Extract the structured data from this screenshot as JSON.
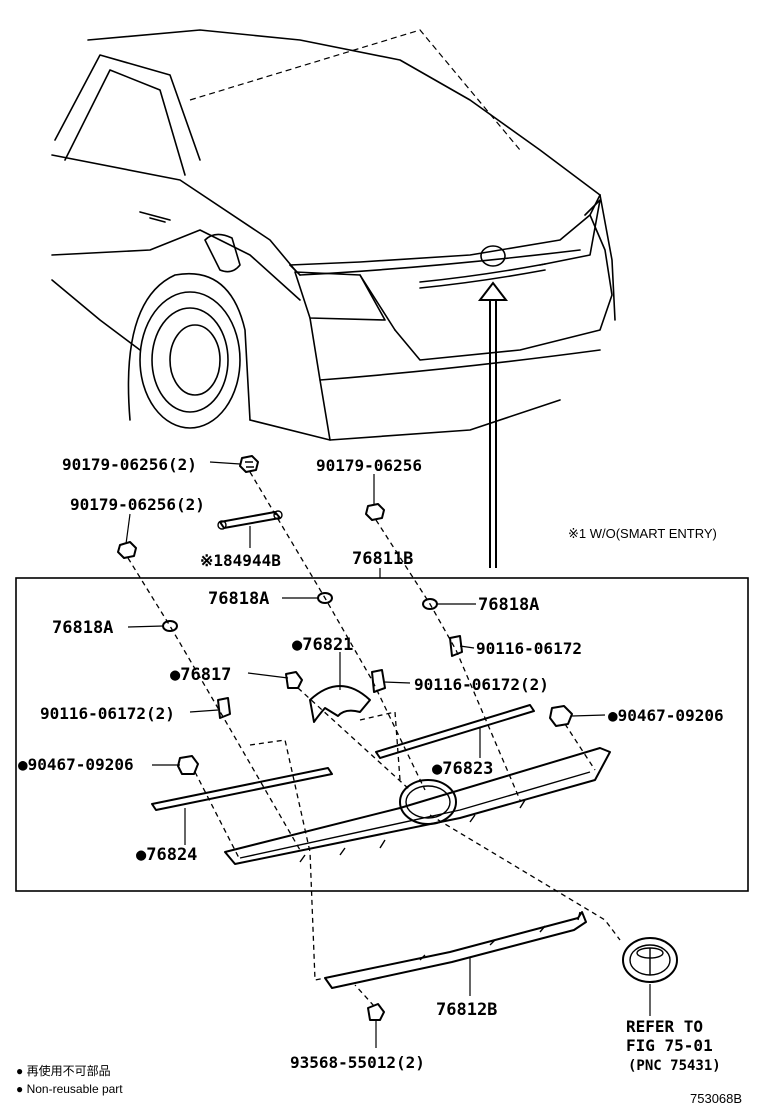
{
  "header_note": "※1 W/O(SMART ENTRY)",
  "group_label": "76811B",
  "labels": {
    "clip_top_1": "90179-06256(2)",
    "clip_top_2": "90179-06256",
    "clip_left": "90179-06256(2)",
    "rod": "※184944B",
    "seal_a_top": "76818A",
    "seal_a_right": "76818A",
    "seal_a_left": "76818A",
    "bracket": "●76821",
    "nut_right_top": "90116-06172",
    "nut_center": "90116-06172(2)",
    "clip_a": "●76817",
    "nut_left": "90116-06172(2)",
    "push_right": "●90467-09206",
    "push_left": "●90467-09206",
    "garnish_upper": "●76823",
    "garnish_lower": "●76824",
    "moulding": "76812B",
    "screw": "93568-55012(2)",
    "refer": "REFER TO",
    "refer_fig": "FIG 75-01",
    "refer_pnc": "(PNC 75431)"
  },
  "legend": {
    "line_jp": "● 再使用不可部品",
    "line_en": "● Non-reusable part"
  },
  "figure_id": "753068B"
}
